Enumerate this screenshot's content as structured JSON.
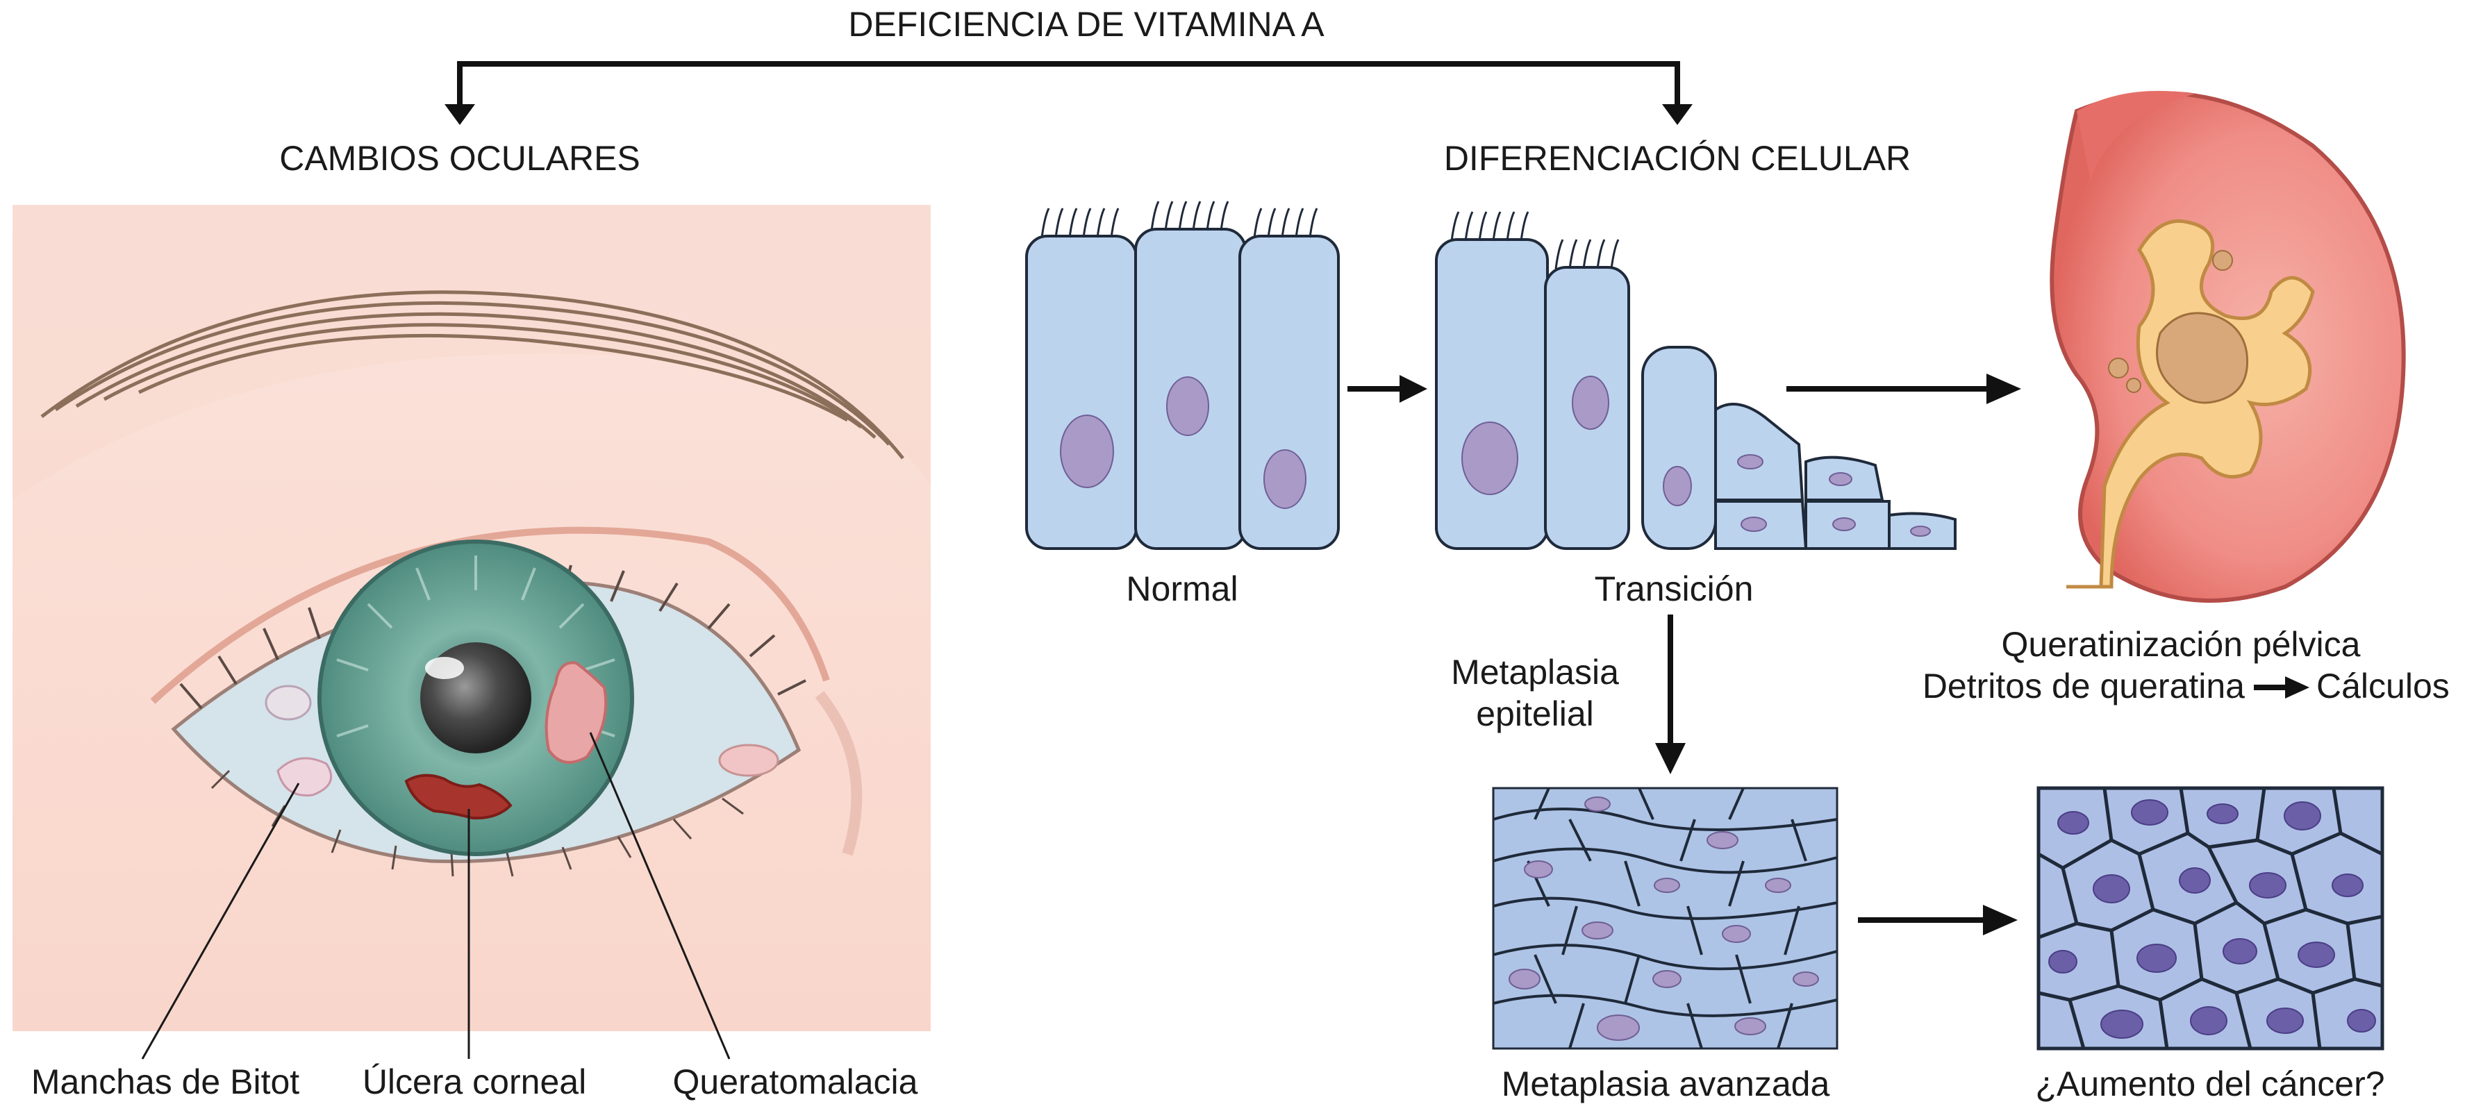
{
  "title": "DEFICIENCIA DE VITAMINA A",
  "branches": {
    "left": "CAMBIOS OCULARES",
    "right": "DIFERENCIACIÓN CELULAR"
  },
  "eye_labels": {
    "bitot": "Manchas de Bitot",
    "ulcer": "Úlcera corneal",
    "kerato": "Queratomalacia"
  },
  "cell_labels": {
    "normal": "Normal",
    "transition": "Transición",
    "metaplasia_line1": "Metaplasia",
    "metaplasia_line2": "epitelial",
    "advanced": "Metaplasia avanzada",
    "cancer": "¿Aumento del cáncer?"
  },
  "kidney_labels": {
    "line1": "Queratinización pélvica",
    "line2_left": "Detritos de queratina",
    "line2_right": "Cálculos"
  },
  "colors": {
    "skin": "#fbe0d8",
    "cell": "#bcd3ee",
    "nucleus": "#a99ac8",
    "iris": "#6fa89a",
    "kidney": "#f08a86",
    "pelvis": "#f8cf8c",
    "ulcer": "#a8342e"
  }
}
